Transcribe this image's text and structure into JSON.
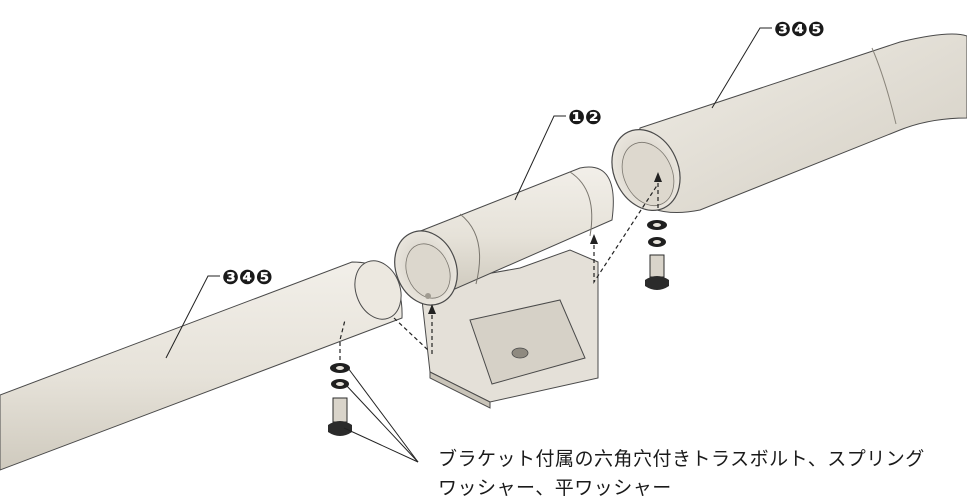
{
  "callouts": {
    "top_right": "❸❹❺",
    "center": "❶❷",
    "left": "❸❹❺"
  },
  "caption": {
    "line1": "ブラケット付属の六角穴付きトラスボルト、スプリング",
    "line2": "ワッシャー、平ワッシャー"
  },
  "colors": {
    "pipe_fill": "#e8e4dc",
    "pipe_shade": "#cdc8bd",
    "outline": "#3a3a3a",
    "hardware": "#2b2b2b"
  }
}
